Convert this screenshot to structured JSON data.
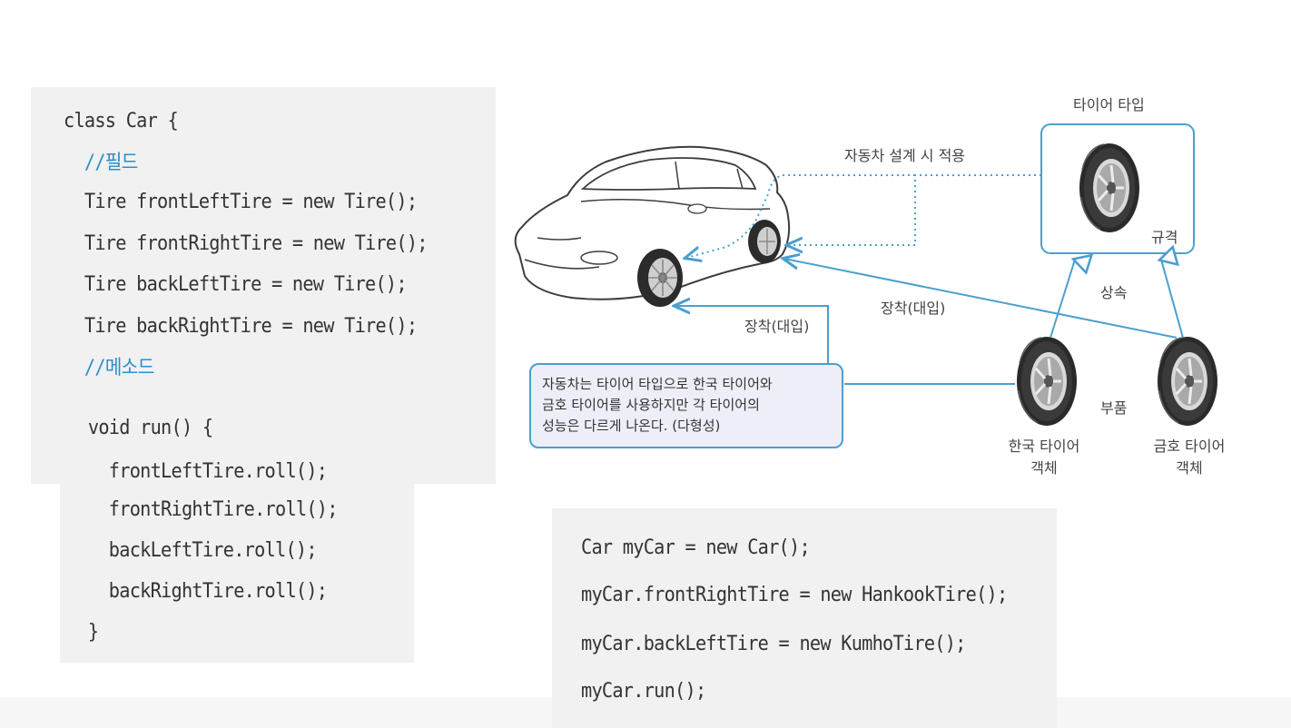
{
  "code_block_class": {
    "lines": [
      "class Car {",
      "  //필드",
      "  Tire frontLeftTire = new Tire();",
      "  Tire frontRightTire = new Tire();",
      "  Tire backLeftTire = new Tire();",
      "  Tire backRightTire = new Tire();",
      "  //메소드",
      "  void run() {",
      "    frontLeftTire.roll();",
      "    frontRightTire.roll();",
      "    backLeftTire.roll();",
      "    backRightTire.roll();",
      "  }"
    ]
  },
  "code_block_usage": {
    "lines": [
      "Car myCar = new Car();",
      "myCar.frontRightTire = new HankookTire();",
      "myCar.backLeftTire = new KumhoTire();",
      "myCar.run();"
    ]
  },
  "diagram": {
    "tire_type_title": "타이어 타입",
    "spec_label": "규격",
    "apply_label": "자동차 설계 시 적용",
    "inherit_label": "상속",
    "mount_label_right": "장착(대입)",
    "mount_label_left": "장착(대입)",
    "parts_label": "부품",
    "hankook_object_line1": "한국 타이어",
    "hankook_object_line2": "객체",
    "kumho_object_line1": "금호 타이어",
    "kumho_object_line2": "객체",
    "callout_lines": [
      "자동차는 타이어 타입으로 한국 타이어와",
      "금호 타이어를 사용하지만 각 타이어의",
      "성능은 다르게 나온다. (다형성)"
    ]
  },
  "colors": {
    "accent_blue": "#2d8fc7",
    "line_blue": "#4a9fd0",
    "code_bg": "#f1f1f2",
    "callout_bg": "#eeeef8"
  },
  "icons": [
    "car-icon",
    "tire-icon"
  ]
}
